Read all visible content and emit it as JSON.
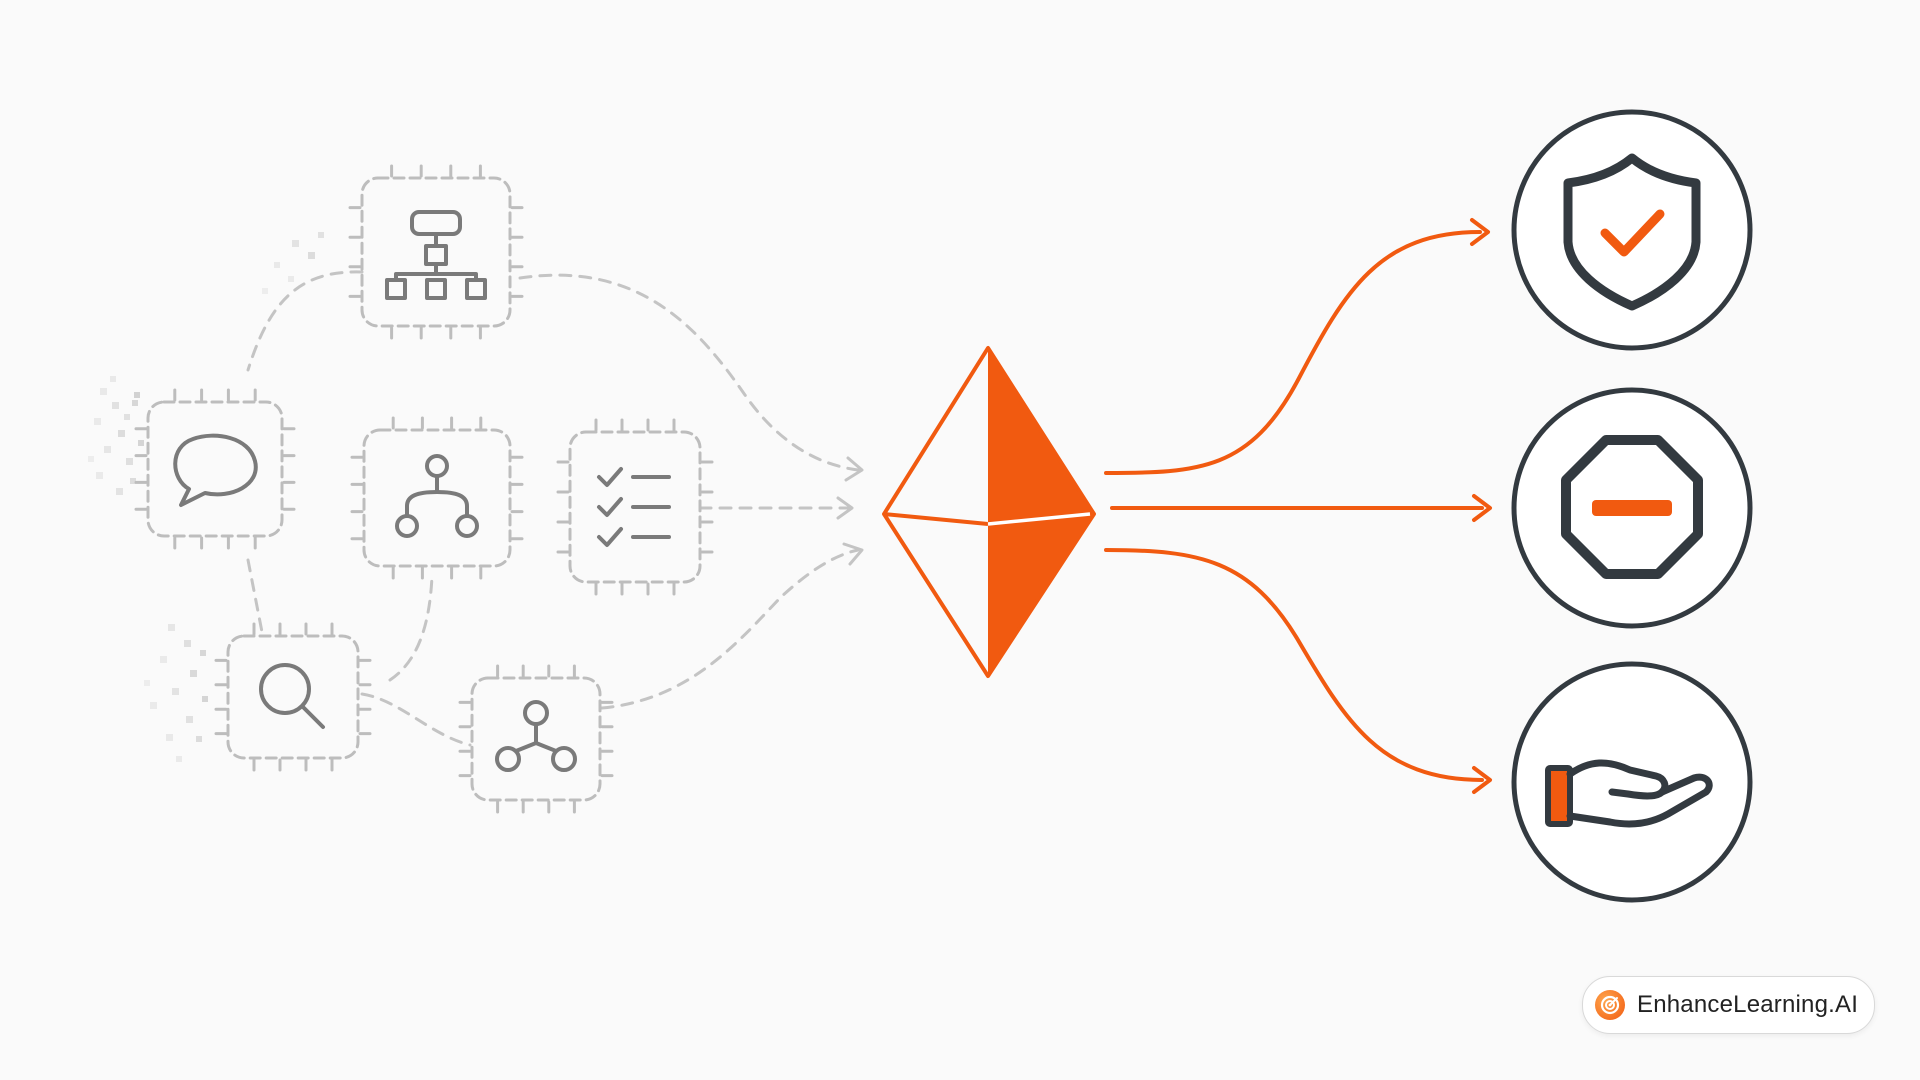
{
  "colors": {
    "background": "#fafafa",
    "accent": "#f15a10",
    "inactive": "#bdbdbd",
    "icon_gray": "#7a7a7a",
    "outcome_stroke": "#333a40"
  },
  "agent_modules": [
    {
      "name": "hierarchy-chip",
      "icon": "org-chart-icon"
    },
    {
      "name": "chat-chip",
      "icon": "speech-bubble-icon"
    },
    {
      "name": "tree-chip",
      "icon": "tree-network-icon"
    },
    {
      "name": "checklist-chip",
      "icon": "checklist-icon"
    },
    {
      "name": "search-chip",
      "icon": "magnifier-icon"
    },
    {
      "name": "network-chip",
      "icon": "graph-nodes-icon"
    }
  ],
  "hub": {
    "icon": "crystal-diamond-icon"
  },
  "outcomes": [
    {
      "name": "protected",
      "icon": "shield-check-icon"
    },
    {
      "name": "blocked",
      "icon": "stop-octagon-icon"
    },
    {
      "name": "delivered",
      "icon": "open-hand-icon"
    }
  ],
  "brand": {
    "logo_icon": "target-logo-icon",
    "label": "EnhanceLearning.AI"
  }
}
